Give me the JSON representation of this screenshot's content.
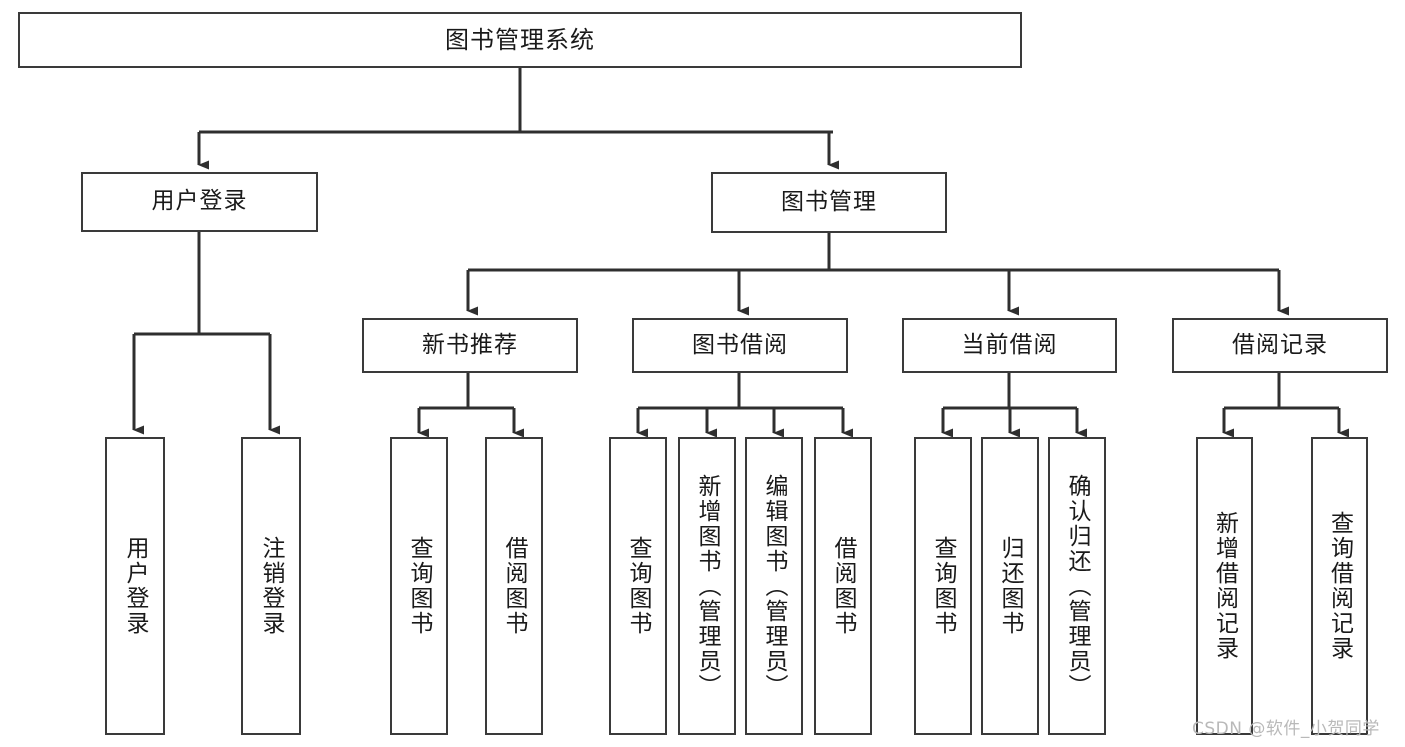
{
  "diagram": {
    "title": "图书管理系统",
    "type": "tree-hierarchy-chart",
    "line_color": "#3a3a3a",
    "box_fill": "#ffffff",
    "text_color": "#1a1a1a",
    "watermark": "CSDN @软件_小贺同学",
    "nodes": {
      "root": "图书管理系统",
      "level2": {
        "user_login": "用户登录",
        "book_manage": "图书管理"
      },
      "level3": {
        "new_book_recommend": "新书推荐",
        "book_borrow": "图书借阅",
        "current_borrow": "当前借阅",
        "borrow_record": "借阅记录"
      },
      "leaves": {
        "user_login_children": [
          "用户登录",
          "注销登录"
        ],
        "new_book_recommend_children": [
          "查询图书",
          "借阅图书"
        ],
        "book_borrow_children": [
          "查询图书",
          "新增图书（管理员）",
          "编辑图书（管理员）",
          "借阅图书"
        ],
        "current_borrow_children": [
          "查询图书",
          "归还图书",
          "确认归还（管理员）"
        ],
        "borrow_record_children": [
          "新增借阅记录",
          "查询借阅记录"
        ]
      }
    }
  }
}
